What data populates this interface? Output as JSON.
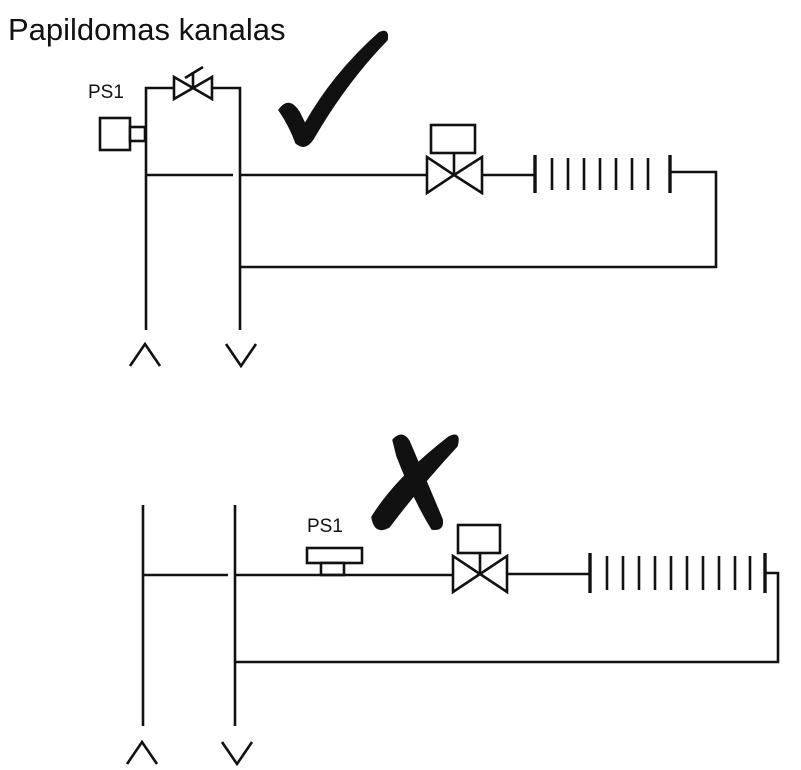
{
  "title": "Papildomas kanalas",
  "top_diagram": {
    "sensor_label": "PS1",
    "verdict_icon": "check-mark-icon"
  },
  "bottom_diagram": {
    "sensor_label": "PS1",
    "verdict_icon": "cross-mark-icon"
  },
  "colors": {
    "line": "#111111",
    "background": "#ffffff"
  }
}
